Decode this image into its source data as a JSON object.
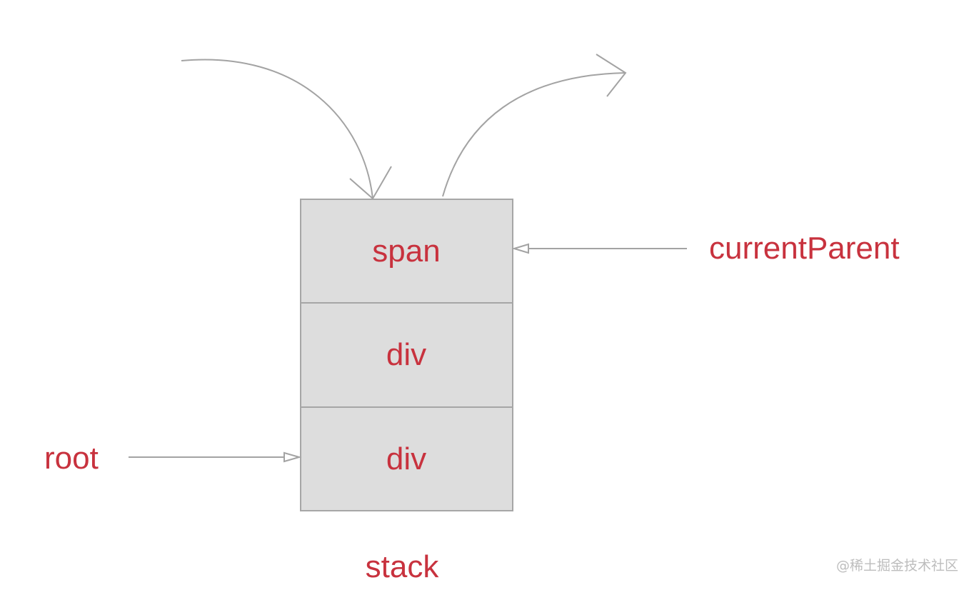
{
  "stack": {
    "cells": [
      {
        "label": "span"
      },
      {
        "label": "div"
      },
      {
        "label": "div"
      }
    ],
    "caption": "stack"
  },
  "pointers": {
    "current_parent": "currentParent",
    "root": "root"
  },
  "watermark": "@稀土掘金技术社区",
  "colors": {
    "label_red": "#c8323e",
    "cell_fill": "#dddddd",
    "line_gray": "#a3a3a3"
  }
}
